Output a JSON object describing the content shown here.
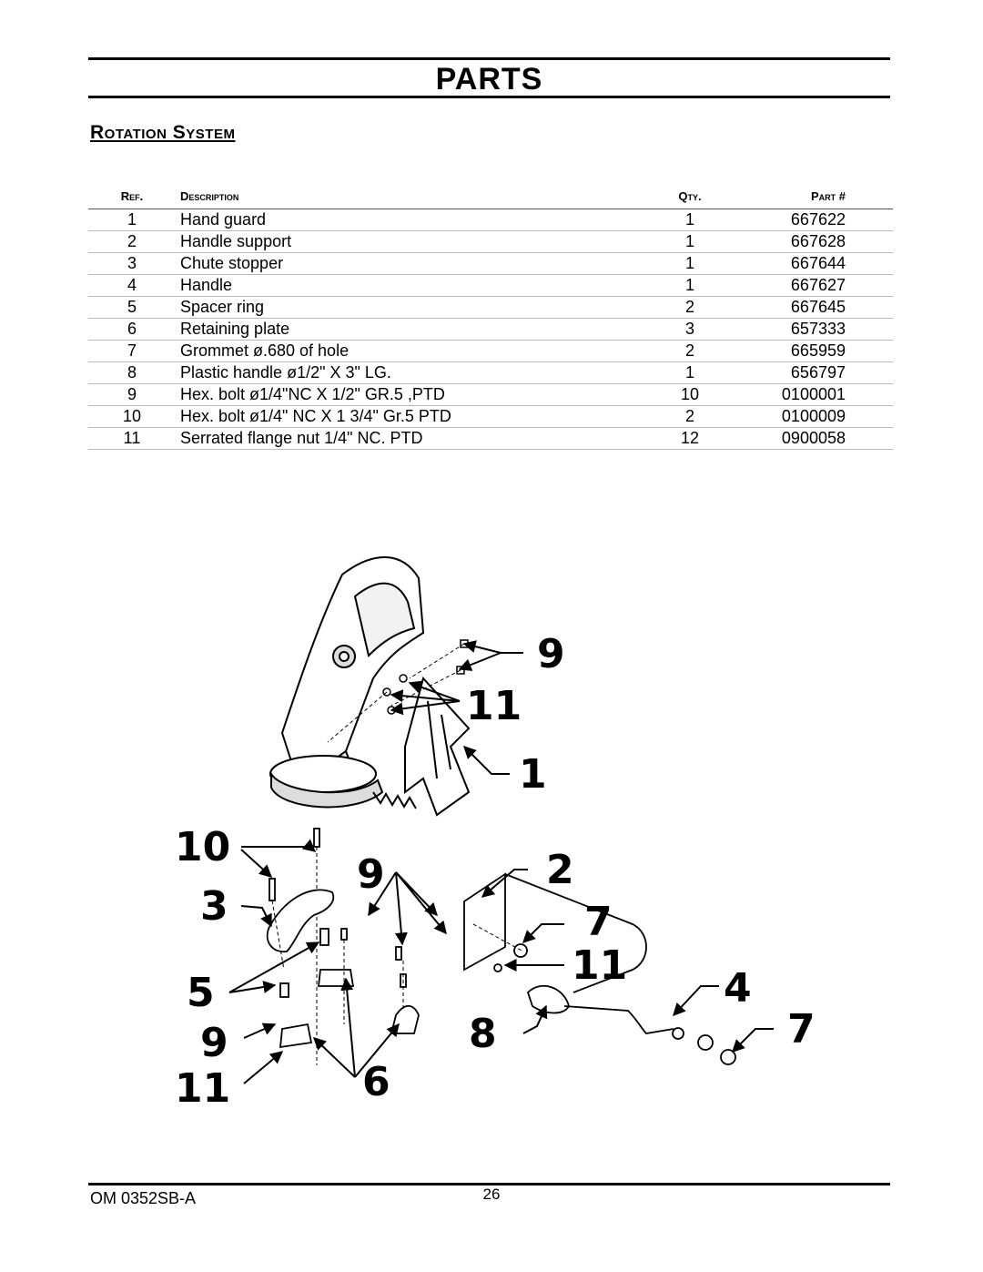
{
  "header": {
    "title": "PARTS"
  },
  "section": {
    "title": "Rotation System"
  },
  "table": {
    "headers": {
      "ref": "Ref.",
      "description": "Description",
      "qty": "Qty.",
      "part": "Part #"
    },
    "rows": [
      {
        "ref": "1",
        "description": "Hand guard",
        "qty": "1",
        "part": "667622"
      },
      {
        "ref": "2",
        "description": "Handle support",
        "qty": "1",
        "part": "667628"
      },
      {
        "ref": "3",
        "description": "Chute stopper",
        "qty": "1",
        "part": "667644"
      },
      {
        "ref": "4",
        "description": "Handle",
        "qty": "1",
        "part": "667627"
      },
      {
        "ref": "5",
        "description": "Spacer ring",
        "qty": "2",
        "part": "667645"
      },
      {
        "ref": "6",
        "description": "Retaining plate",
        "qty": "3",
        "part": "657333"
      },
      {
        "ref": "7",
        "description": "Grommet ø.680 of hole",
        "qty": "2",
        "part": "665959"
      },
      {
        "ref": "8",
        "description": "Plastic handle ø1/2\" X 3\" LG.",
        "qty": "1",
        "part": "656797"
      },
      {
        "ref": "9",
        "description": "Hex. bolt ø1/4\"NC X 1/2\" GR.5 ,PTD",
        "qty": "10",
        "part": "0100001"
      },
      {
        "ref": "10",
        "description": "Hex. bolt ø1/4\" NC X 1 3/4\" Gr.5 PTD",
        "qty": "2",
        "part": "0100009"
      },
      {
        "ref": "11",
        "description": "Serrated flange nut 1/4\" NC. PTD",
        "qty": "12",
        "part": "0900058"
      }
    ]
  },
  "diagram": {
    "callouts": {
      "c9a": "9",
      "c11a": "11",
      "c1": "1",
      "c10": "10",
      "c3": "3",
      "c9b": "9",
      "c2": "2",
      "c7a": "7",
      "c11b": "11",
      "c5": "5",
      "c4": "4",
      "c8": "8",
      "c7b": "7",
      "c9c": "9",
      "c11c": "11",
      "c6": "6"
    }
  },
  "footer": {
    "doc_number": "OM 0352SB-A",
    "page_number": "26"
  }
}
